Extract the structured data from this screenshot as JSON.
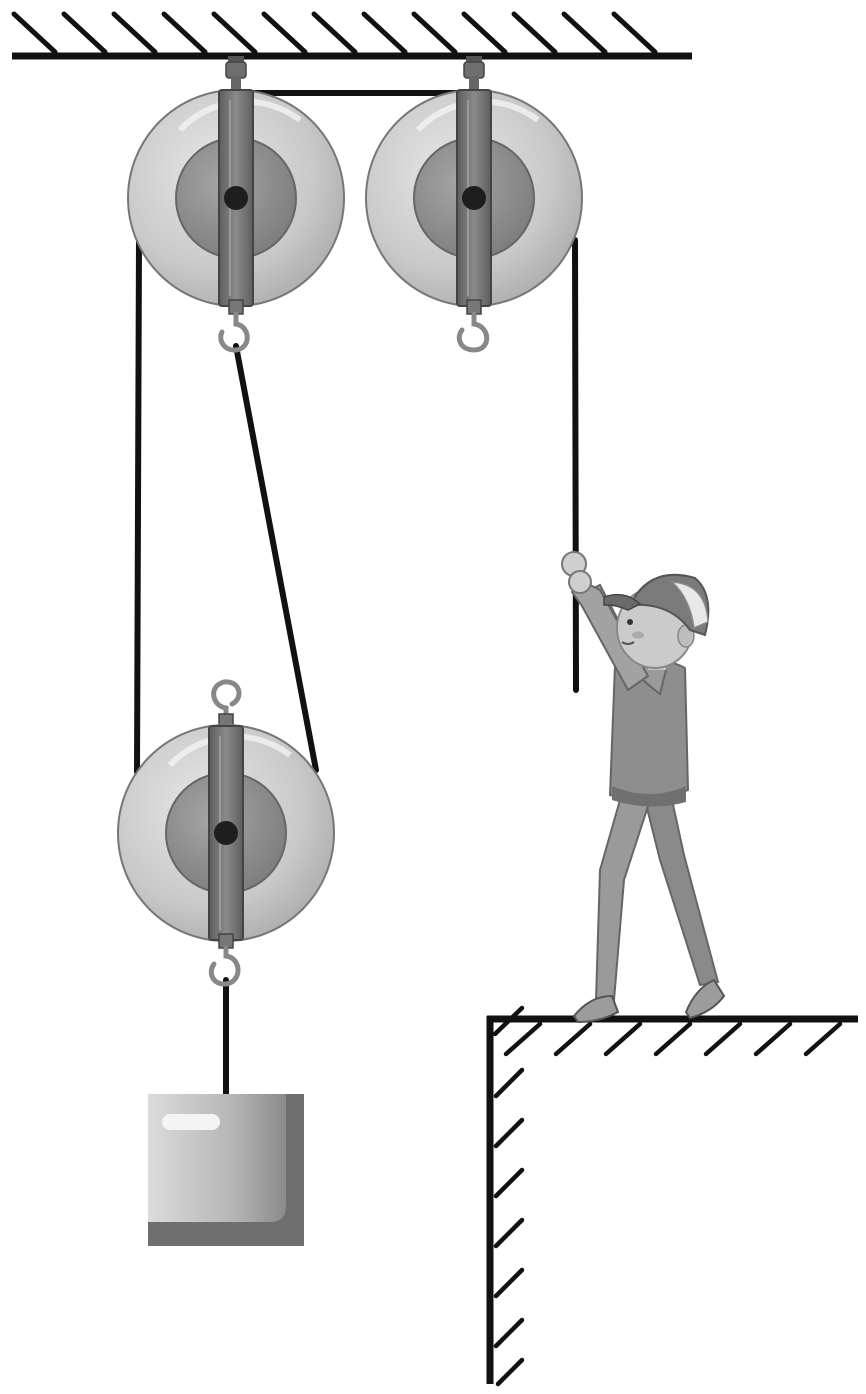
{
  "colors": {
    "background": "#ffffff",
    "line": "#111111",
    "wheel_outer": "#c8c8c8",
    "wheel_outer_highlight": "#e6e6e6",
    "wheel_inner": "#8c8c8c",
    "axle": "#1e1e1e",
    "bracket": "#7a7a7a",
    "bracket_dark": "#555555",
    "hook": "#8a8a8a",
    "block_light": "#d6d6d6",
    "block_dark": "#7a7a7a",
    "block_base": "#6a6a6a",
    "skin": "#c9c9c9",
    "clothes": "#8e8e8e",
    "clothes_dark": "#707070",
    "cap": "#7a7a7a",
    "cap_white": "#e8e8e8"
  },
  "components": {
    "ceiling": "hatched-ceiling",
    "fixed_pulleys": [
      "fixed-pulley-left",
      "fixed-pulley-right"
    ],
    "movable_pulley": "movable-pulley",
    "load": "hanging-block",
    "person": "person-pulling-rope",
    "ledge": "hatched-ledge"
  }
}
